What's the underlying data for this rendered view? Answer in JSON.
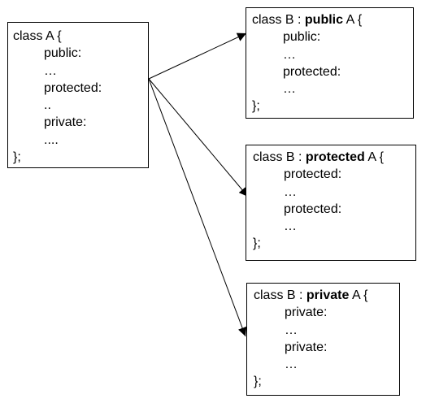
{
  "class_a": {
    "header": "class A {",
    "lines": [
      "public:",
      "…",
      "protected:",
      "..",
      "private:",
      "...."
    ],
    "closing": "};"
  },
  "derived": [
    {
      "header_prefix": "class B : ",
      "keyword": "public",
      "header_suffix": " A {",
      "lines": [
        "public:",
        "…",
        "protected:",
        "…"
      ],
      "closing": "};"
    },
    {
      "header_prefix": "class B : ",
      "keyword": "protected",
      "header_suffix": " A {",
      "lines": [
        "protected:",
        "…",
        "protected:",
        "…"
      ],
      "closing": "};"
    },
    {
      "header_prefix": "class B : ",
      "keyword": "private",
      "header_suffix": " A {",
      "lines": [
        "private:",
        "…",
        "private:",
        "…"
      ],
      "closing": "};"
    }
  ]
}
